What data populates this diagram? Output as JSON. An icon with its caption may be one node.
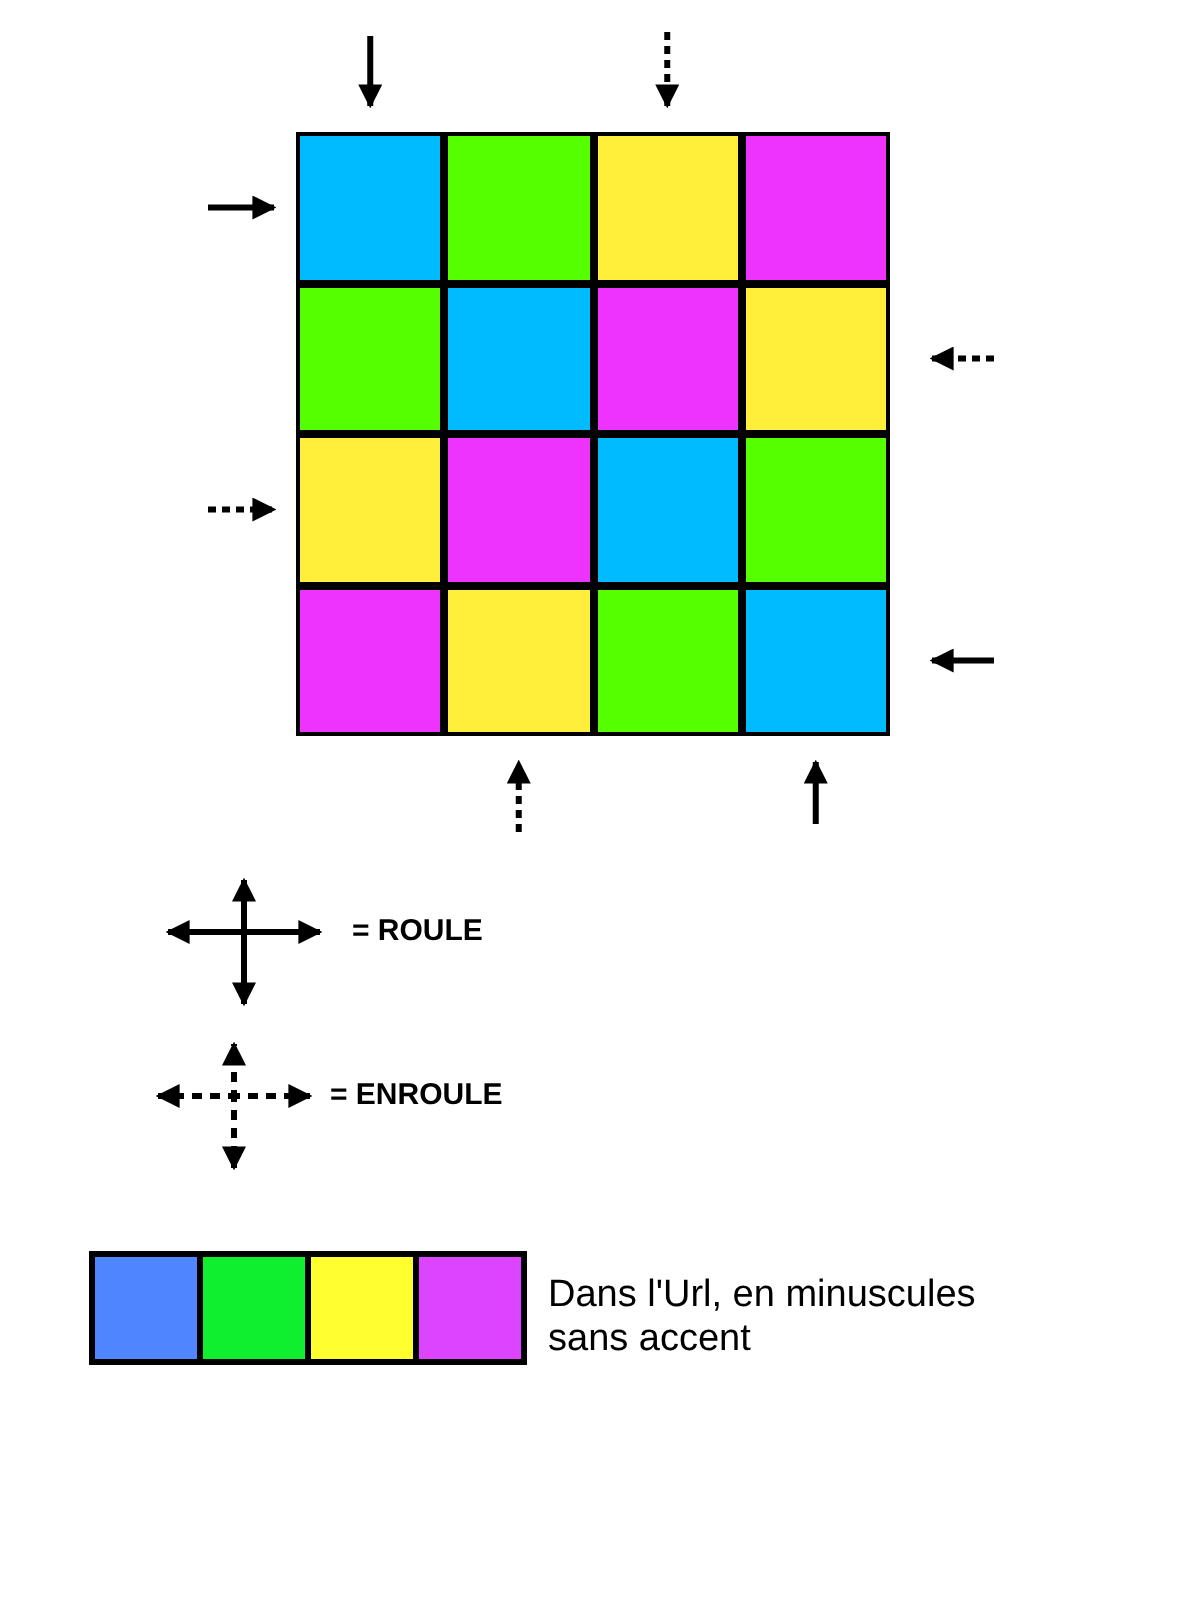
{
  "diagram": {
    "nodes": [
      {
        "text": [],
        "shape": "box"
      },
      {
        "text": [],
        "shape": "box"
      },
      {
        "text": [],
        "shape": "box"
      },
      {
        "text": [],
        "shape": "box"
      },
      {
        "text": [],
        "shape": "box"
      },
      {
        "text": [],
        "shape": "box"
      },
      {
        "text": [],
        "shape": "box"
      },
      {
        "text": [],
        "shape": "box"
      },
      {
        "text": [],
        "shape": "box"
      },
      {
        "text": [],
        "shape": "box"
      },
      {
        "text": [],
        "shape": "box"
      },
      {
        "text": [],
        "shape": "box"
      },
      {
        "text": [],
        "shape": "box"
      },
      {
        "text": [],
        "shape": "box"
      },
      {
        "text": [],
        "shape": "box"
      },
      {
        "text": [],
        "shape": "box"
      }
    ],
    "edges": [
      {
        "from": null,
        "to": 0,
        "arrow": "to"
      },
      {
        "from": null,
        "to": 2,
        "arrow": "to",
        "style": "dashed"
      },
      {
        "from": null,
        "to": 0,
        "arrow": "to"
      },
      {
        "from": null,
        "to": 7,
        "arrow": "to",
        "style": "dashed"
      },
      {
        "from": null,
        "to": 8,
        "arrow": "to",
        "style": "dashed"
      },
      {
        "from": null,
        "to": 15,
        "arrow": "to"
      },
      {
        "from": null,
        "to": 13,
        "arrow": "to",
        "style": "dashed"
      },
      {
        "from": null,
        "to": 15,
        "arrow": "to"
      }
    ],
    "labels": [
      "Dans l'Url, en minuscules sans accent"
    ],
    "legend": [
      {
        "text": "= ROULE"
      },
      {
        "text": "= ENROULE"
      }
    ]
  }
}
